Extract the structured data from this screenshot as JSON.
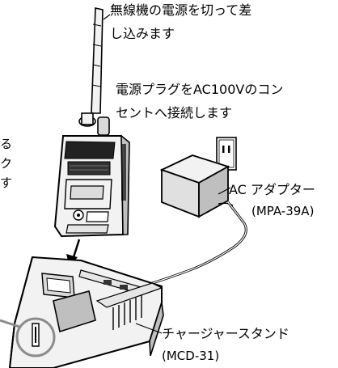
{
  "callouts": {
    "radio": {
      "line1": "無線機の電源を切って差",
      "line2": "し込みます"
    },
    "plug": {
      "line1": "電源プラグをAC100Vのコン",
      "line2": "セントへ接続します"
    },
    "adapter": {
      "name": "AC アダプター",
      "model": "(MPA-39A)"
    },
    "stand": {
      "name": "チャージャースタンド",
      "model": "(MCD-31)"
    },
    "left_fragment": {
      "line1": "る",
      "line2": "ク",
      "line3": "す"
    }
  },
  "colors": {
    "ink": "#000000",
    "device_fill": "#f2f2f2",
    "shade": "#bfbfbf"
  }
}
